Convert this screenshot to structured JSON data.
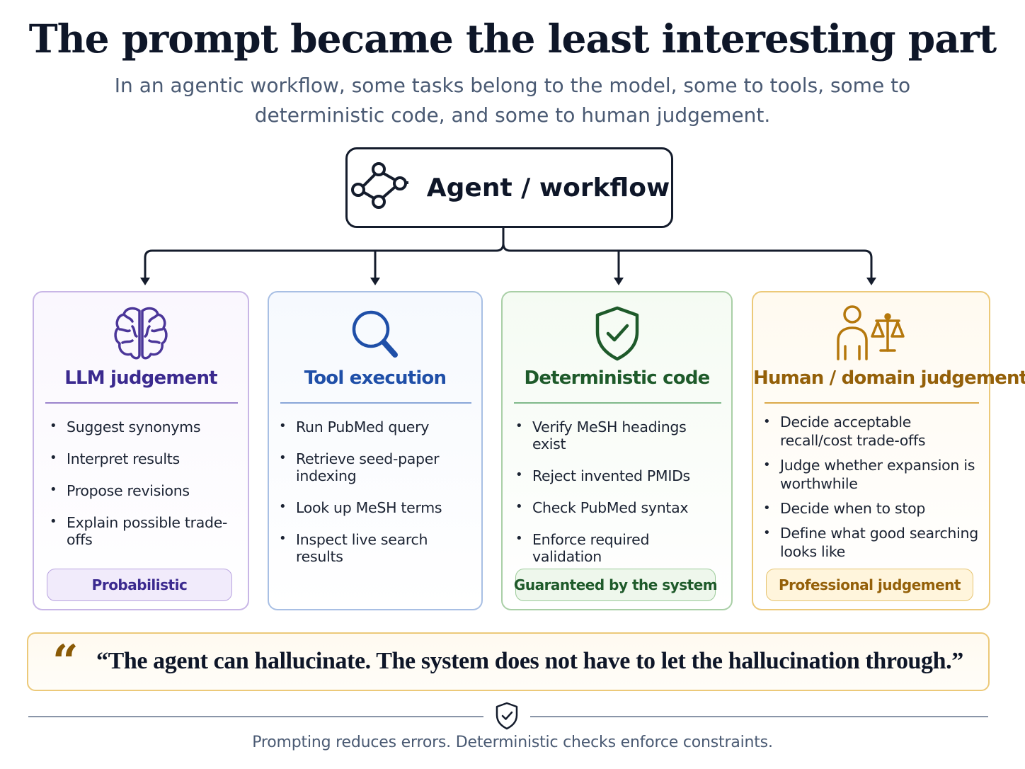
{
  "title": "The prompt became the least interesting part",
  "subtitle": "In an agentic workflow, some tasks belong to the model, some to tools, some to deterministic code, and some to human judgement.",
  "root": {
    "label": "Agent / workflow",
    "icon": "workflow-nodes-icon"
  },
  "columns": [
    {
      "id": "llm",
      "icon": "brain-icon",
      "title": "LLM judgement",
      "items": [
        "Suggest synonyms",
        "Interpret results",
        "Propose revisions",
        "Explain possible trade-offs"
      ],
      "badge": "Probabilistic",
      "color": "#3b2a8f"
    },
    {
      "id": "tool",
      "icon": "magnifier-icon",
      "title": "Tool execution",
      "items": [
        "Run PubMed query",
        "Retrieve seed-paper indexing",
        "Look up MeSH terms",
        "Inspect live search results"
      ],
      "badge": "",
      "color": "#1f4fa8"
    },
    {
      "id": "det",
      "icon": "shield-check-icon",
      "title": "Deterministic code",
      "items": [
        "Verify MeSH headings exist",
        "Reject invented PMIDs",
        "Check PubMed syntax",
        "Enforce required validation"
      ],
      "badge": "Guaranteed by the system",
      "color": "#1e5a2a"
    },
    {
      "id": "human",
      "icon": "person-scales-icon",
      "title": "Human / domain judgement",
      "items": [
        "Decide acceptable recall/cost trade-offs",
        "Judge whether expansion is worthwhile",
        "Decide when to stop",
        "Define what good searching looks like"
      ],
      "badge": "Professional judgement",
      "color": "#946009"
    }
  ],
  "quote": {
    "mark": "“",
    "text": "“The agent can hallucinate. The system does not have to let the hallucination through.”"
  },
  "footer": {
    "icon": "shield-check-icon",
    "text": "Prompting reduces errors. Deterministic checks enforce constraints."
  }
}
